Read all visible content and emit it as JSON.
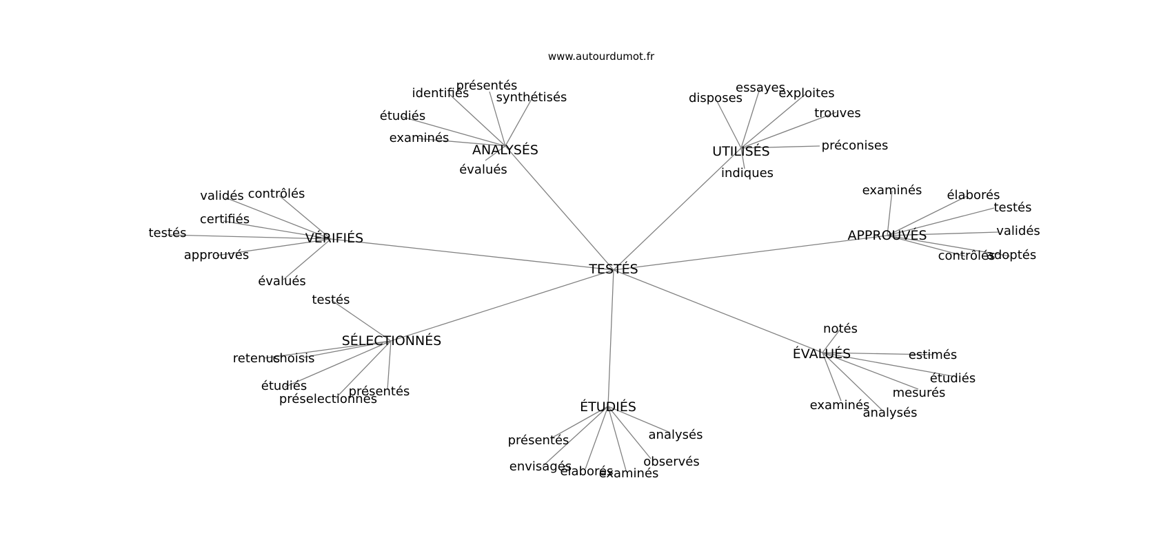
{
  "site": "www.autourdumot.fr",
  "graph": {
    "center": "TESTÉS",
    "groups": [
      {
        "hub": "ANALYSÉS",
        "words": [
          "présentés",
          "identifiés",
          "synthétisés",
          "étudiés",
          "examinés",
          "évalués"
        ]
      },
      {
        "hub": "UTILISÉS",
        "words": [
          "essayes",
          "disposes",
          "exploites",
          "trouves",
          "préconises",
          "indiques"
        ]
      },
      {
        "hub": "VÉRIFIÉS",
        "words": [
          "validés",
          "contrôlés",
          "certifiés",
          "testés",
          "approuvés",
          "évalués"
        ]
      },
      {
        "hub": "APPROUVÉS",
        "words": [
          "examinés",
          "élaborés",
          "testés",
          "validés",
          "contrôlés",
          "adoptés"
        ]
      },
      {
        "hub": "SÉLECTIONNÉS",
        "words": [
          "testés",
          "retenus",
          "choisis",
          "étudiés",
          "présentés",
          "préselectionnés"
        ]
      },
      {
        "hub": "ÉVALUÉS",
        "words": [
          "notés",
          "estimés",
          "étudiés",
          "mesurés",
          "examinés",
          "analysés"
        ]
      },
      {
        "hub": "ÉTUDIÉS",
        "words": [
          "présentés",
          "analysés",
          "envisagés",
          "observés",
          "élaborés",
          "examinés"
        ]
      }
    ]
  }
}
